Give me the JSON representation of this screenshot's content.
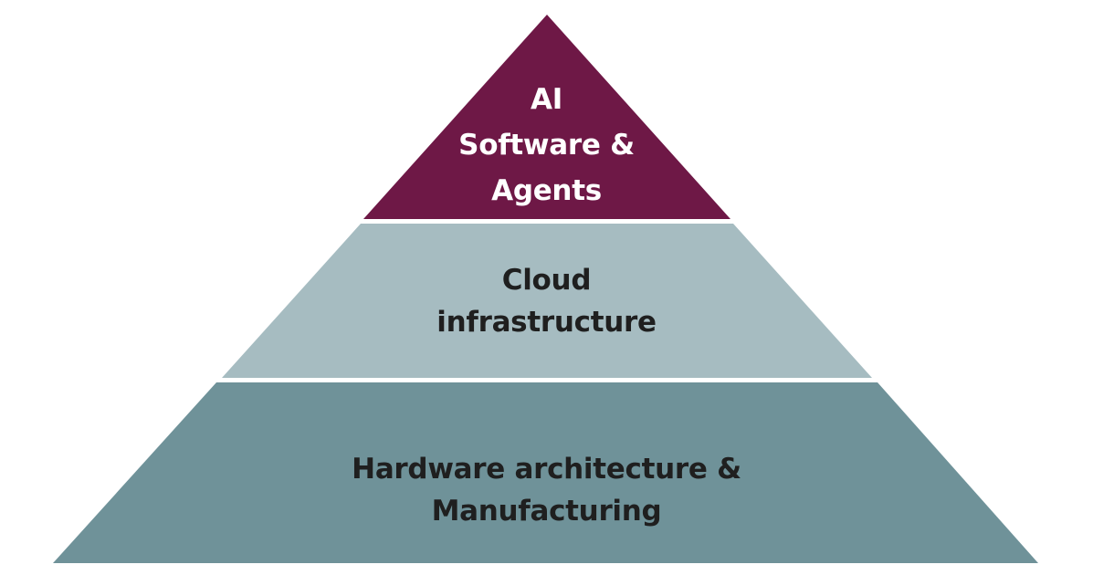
{
  "colors": {
    "top_tier": "#6e1846",
    "middle_tier": "#a6bcc1",
    "bottom_tier": "#6f9299",
    "background": "#ffffff"
  },
  "pyramid": {
    "top": {
      "lines": [
        "AI",
        "Software &",
        "Agents"
      ]
    },
    "middle": {
      "lines": [
        "Cloud",
        "infrastructure"
      ]
    },
    "bottom": {
      "lines": [
        "Hardware architecture &",
        "Manufacturing"
      ]
    }
  }
}
